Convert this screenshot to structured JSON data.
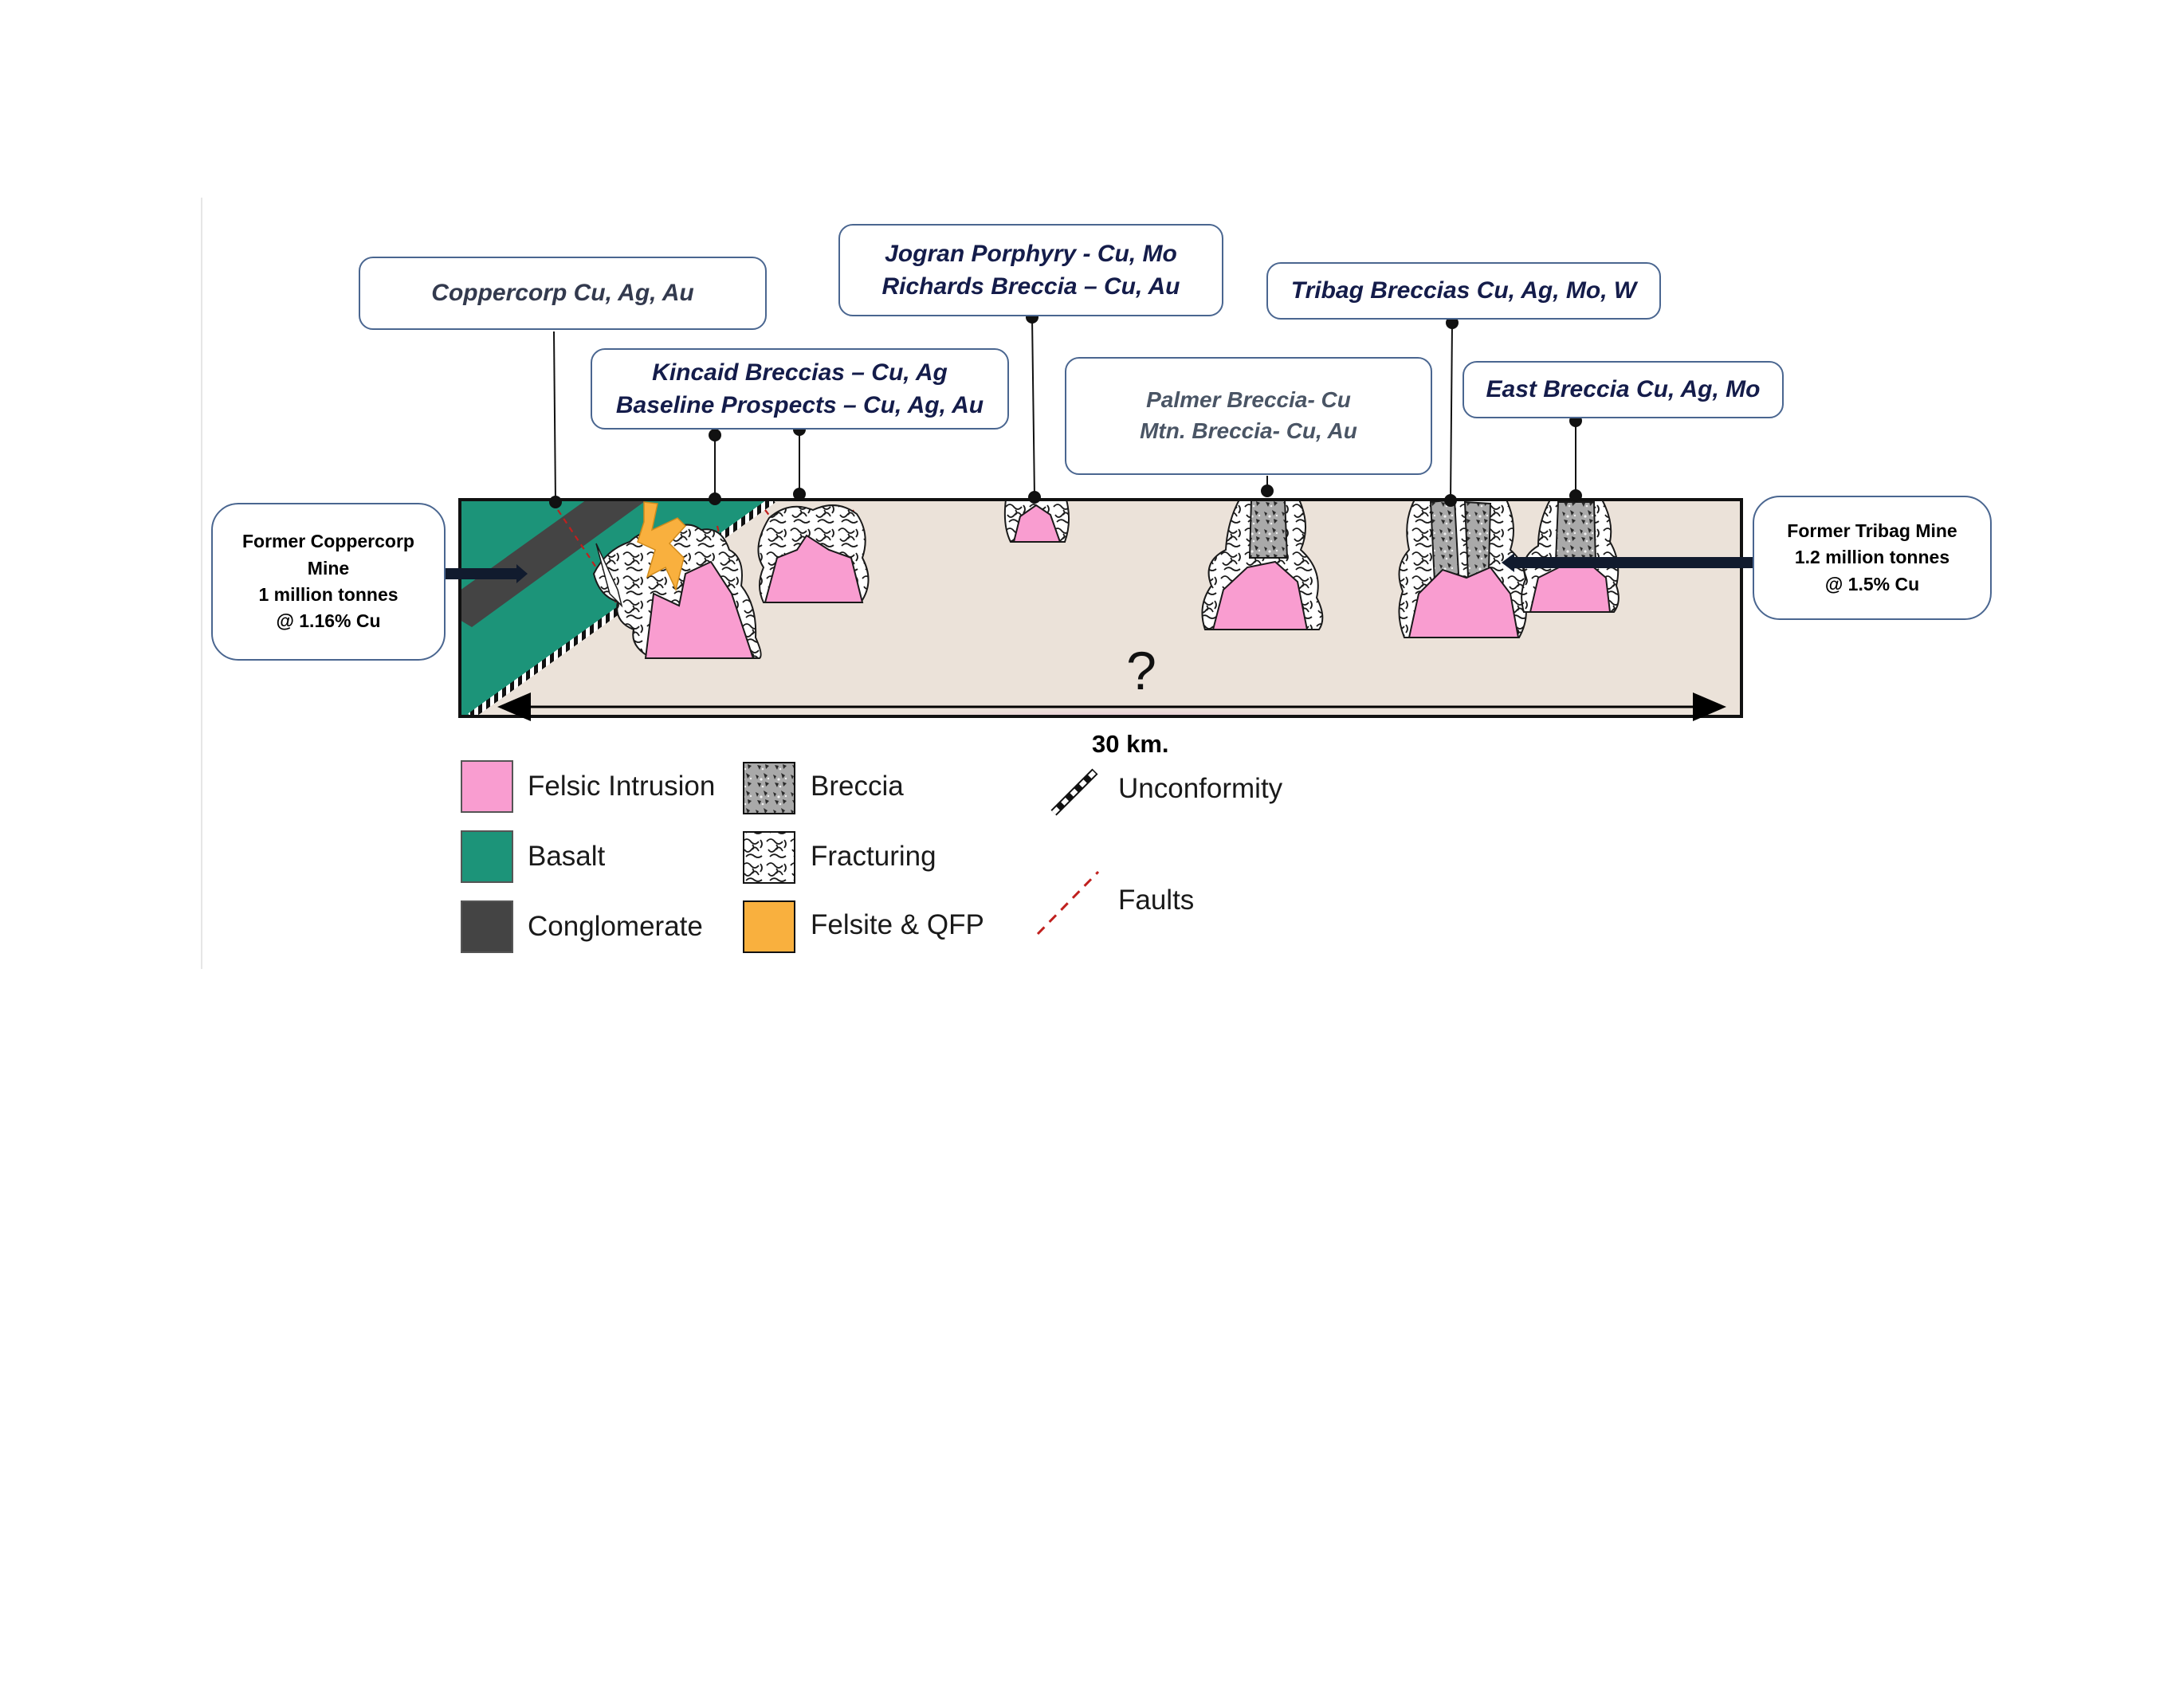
{
  "callouts": {
    "coppercorp": {
      "lines": [
        "Coppercorp Cu, Ag, Au"
      ]
    },
    "kincaid": {
      "lines": [
        "Kincaid Breccias – Cu, Ag",
        "Baseline Prospects – Cu, Ag, Au"
      ]
    },
    "jogran": {
      "lines": [
        "Jogran Porphyry - Cu, Mo",
        "Richards Breccia – Cu, Au"
      ]
    },
    "palmer": {
      "lines": [
        "Palmer Breccia- Cu",
        "Mtn. Breccia- Cu, Au"
      ]
    },
    "tribag": {
      "lines": [
        "Tribag Breccias Cu, Ag, Mo, W"
      ]
    },
    "east": {
      "lines": [
        "East Breccia Cu, Ag, Mo"
      ]
    }
  },
  "mines": {
    "coppercorp": {
      "lines": [
        "Former Coppercorp",
        "Mine",
        "1 million tonnes",
        "@ 1.16% Cu"
      ]
    },
    "tribag": {
      "lines": [
        "Former Tribag Mine",
        "1.2 million tonnes",
        "@ 1.5% Cu"
      ]
    }
  },
  "section": {
    "question_mark": "?",
    "scale_label": "30 km."
  },
  "legend": {
    "felsic_intrusion": "Felsic Intrusion",
    "basalt": "Basalt",
    "conglomerate": "Conglomerate",
    "breccia": "Breccia",
    "fracturing": "Fracturing",
    "felsite_qfp": "Felsite & QFP",
    "unconformity": "Unconformity",
    "faults": "Faults"
  },
  "colors": {
    "felsic_intrusion": "#f99dd0",
    "basalt": "#1c9479",
    "conglomerate": "#444444",
    "background_rock": "#ebe2d9",
    "felsite_qfp": "#f9b03e",
    "fault": "#c0201e",
    "breccia": "#a9a9a9",
    "callout_border": "#4a6690",
    "callout_text": "#141c4a"
  }
}
